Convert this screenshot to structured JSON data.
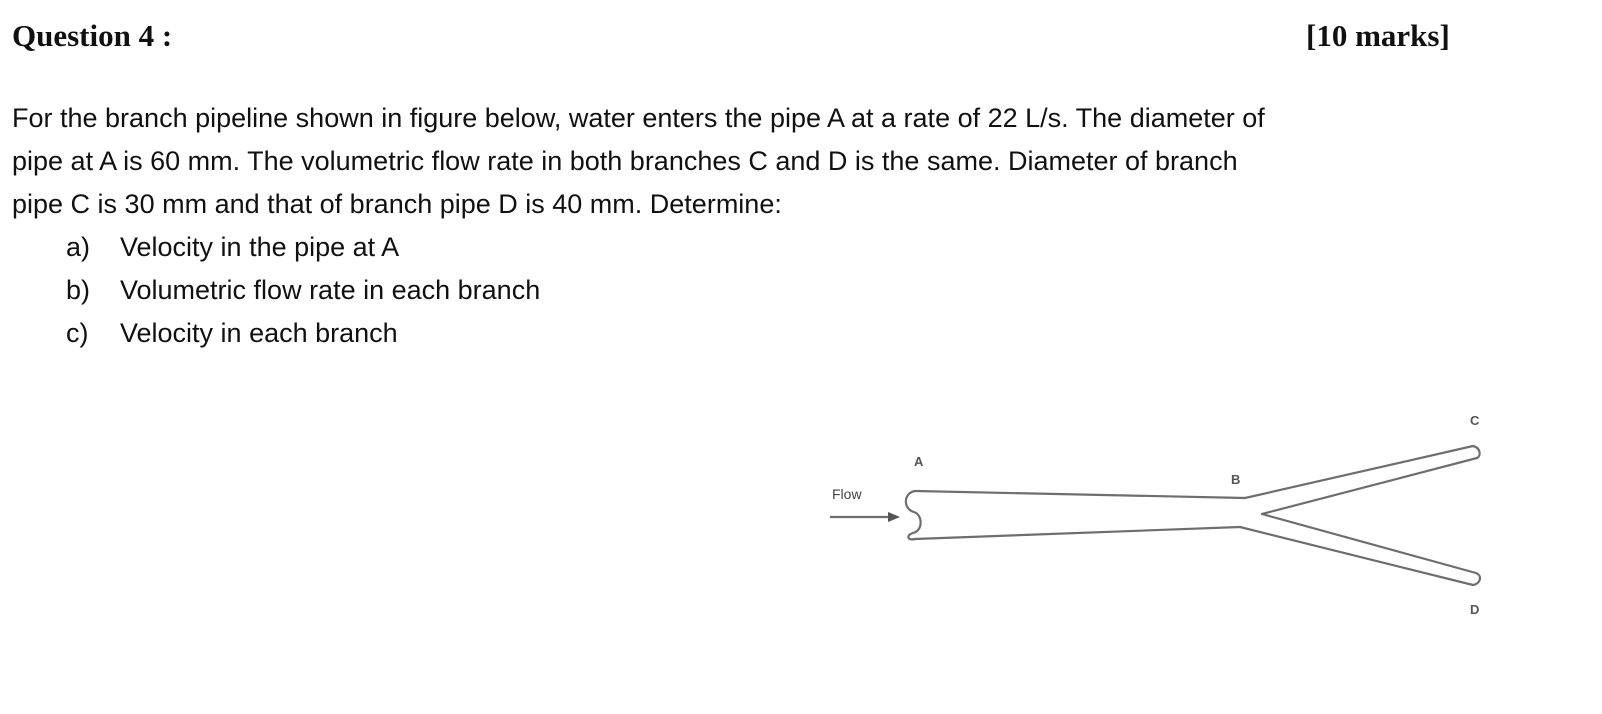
{
  "question": {
    "title": "Question 4 :",
    "marks": "[10 marks]"
  },
  "problem": {
    "lines": [
      "For the branch pipeline shown in figure below, water enters the pipe A at a rate of 22 L/s. The diameter of",
      "pipe at A is 60 mm. The volumetric flow rate in both branches C and D is the same. Diameter of branch",
      "pipe C is 30 mm and that of branch pipe D is 40 mm. Determine:"
    ],
    "parts": [
      {
        "marker": "a)",
        "text": "Velocity in the pipe at A"
      },
      {
        "marker": "b)",
        "text": "Volumetric flow rate in each branch"
      },
      {
        "marker": "c)",
        "text": "Velocity in each branch"
      }
    ]
  },
  "figure": {
    "flow_label": "Flow",
    "label_a": "A",
    "label_b": "B",
    "label_c": "C",
    "label_d": "D",
    "line_color": "#6e6e6e"
  }
}
